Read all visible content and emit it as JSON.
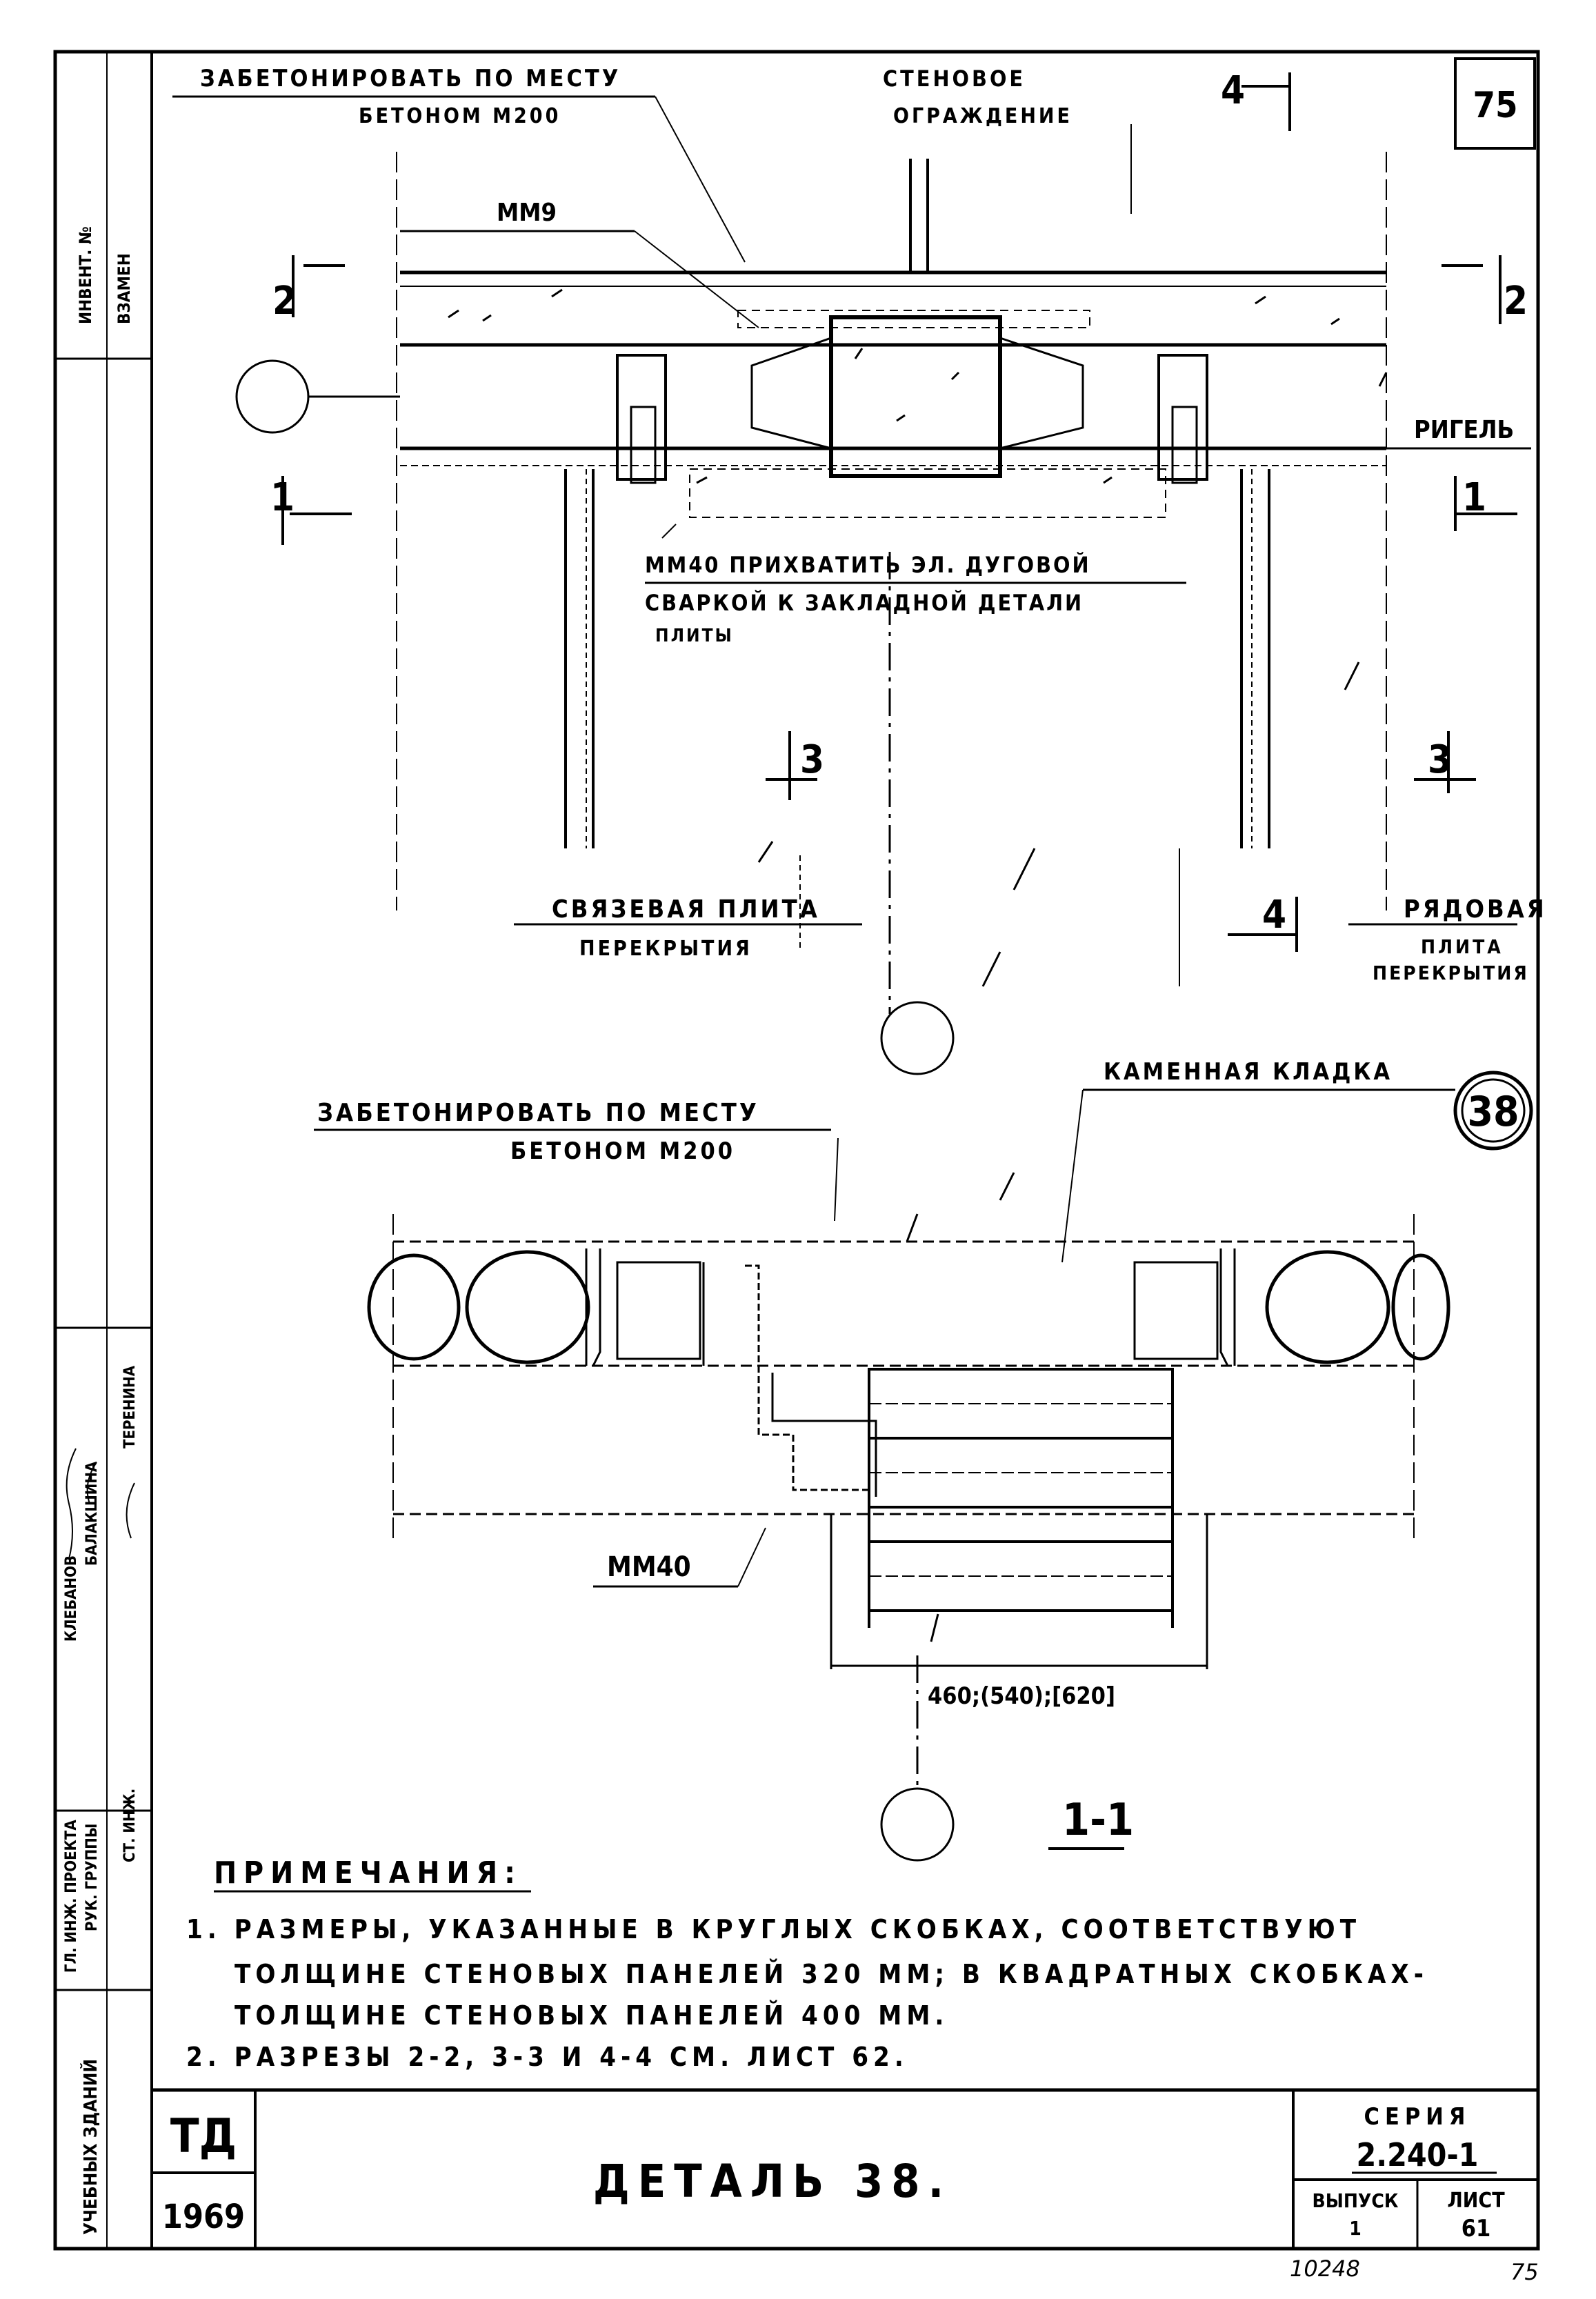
{
  "sheet_number": "75",
  "callout_top_left": [
    "ЗАБЕТОНИРОВАТЬ ПО МЕСТУ",
    "БЕТОНОМ М200"
  ],
  "callout_wall": [
    "СТЕНОВОЕ",
    "ОГРАЖДЕНИЕ"
  ],
  "label_mm9": "ММ9",
  "label_rigel": "РИГЕЛЬ",
  "callout_mm40_weld": [
    "ММ40 ПРИХВАТИТЬ ЭЛ. ДУГОВОЙ",
    "СВАРКОЙ К ЗАКЛАДНОЙ ДЕТАЛИ",
    "ПЛИТЫ"
  ],
  "label_tie_slab": [
    "СВЯЗЕВАЯ ПЛИТА",
    "ПЕРЕКРЫТИЯ"
  ],
  "label_row_slab": [
    "РЯДОВАЯ",
    "ПЛИТА",
    "ПЕРЕКРЫТИЯ"
  ],
  "label_masonry": "КАМЕННАЯ КЛАДКА",
  "detail_circle": "38",
  "callout_bottom": [
    "ЗАБЕТОНИРОВАТЬ ПО МЕСТУ",
    "БЕТОНОМ М200"
  ],
  "label_mm40": "ММ40",
  "dimension": "460;(540);[620]",
  "section_marks": {
    "s2_left": "2",
    "s2_right": "2",
    "s1_left": "1",
    "s1_right": "1",
    "s3_left": "3",
    "s3_right": "3",
    "s4_top": "4",
    "s4_bottom": "4",
    "section_title": "1-1"
  },
  "notes_title": "ПРИМЕЧАНИЯ:",
  "notes": [
    "1. РАЗМЕРЫ, УКАЗАННЫЕ В КРУГЛЫХ СКОБКАХ, СООТВЕТСТВУЮТ",
    "ТОЛЩИНЕ СТЕНОВЫХ ПАНЕЛЕЙ 320 ММ; В КВАДРАТНЫХ СКОБКАХ-",
    "ТОЛЩИНЕ СТЕНОВЫХ ПАНЕЛЕЙ 400 ММ.",
    "2. РАЗРЕЗЫ 2-2, 3-3 И 4-4 СМ. ЛИСТ 62."
  ],
  "title_block": {
    "code": "ТД",
    "year": "1969",
    "title": "ДЕТАЛЬ 38.",
    "series_label": "СЕРИЯ",
    "series_value": "2.240-1",
    "issue_label": "ВЫПУСК",
    "issue_value": "1",
    "sheet_label": "ЛИСТ",
    "sheet_value": "61"
  },
  "bottom_numbers": {
    "inventory": "10248",
    "page": "75"
  },
  "side_strip": {
    "top": [
      "ИНВЕНТ. №",
      "ВЗАМЕН"
    ],
    "roles": [
      "ГЛ. ИНЖ. ПРОЕКТА",
      "РУК. ГРУППЫ",
      "СТ. ИНЖ."
    ],
    "names": [
      "КЛЕБАНОВ",
      "БАЛАКШИНА",
      "ТЕРЕНИНА"
    ],
    "org": "УЧЕБНЫХ ЗДАНИЙ"
  }
}
